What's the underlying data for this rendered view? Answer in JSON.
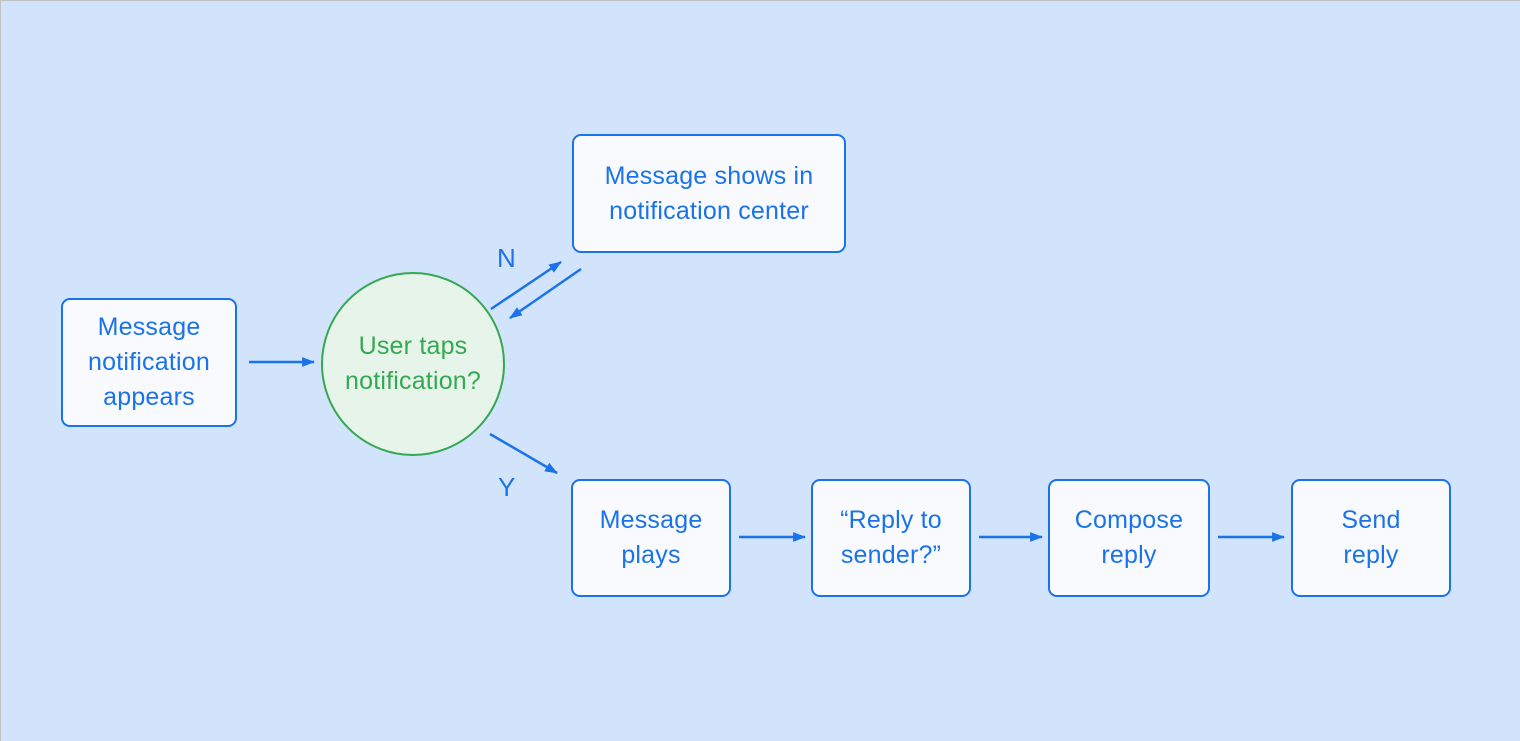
{
  "diagram": {
    "type": "flowchart",
    "colors": {
      "background": "#d2e3fc",
      "blue": "#1a73e8",
      "node_fill": "#f8fafd",
      "green": "#34a853",
      "green_fill": "#e6f4ea",
      "edge_color": "#1a73e8"
    },
    "nodes": {
      "start": {
        "shape": "rounded-box",
        "lines": [
          "Message",
          "notification",
          "appears"
        ]
      },
      "decision": {
        "shape": "circle",
        "lines": [
          "User taps",
          "notification?"
        ]
      },
      "notification_center": {
        "shape": "rounded-box",
        "lines": [
          "Message shows in",
          "notification center"
        ]
      },
      "message_plays": {
        "shape": "rounded-box",
        "lines": [
          "Message",
          "plays"
        ]
      },
      "reply_to_sender": {
        "shape": "rounded-box",
        "lines": [
          "“Reply to",
          "sender?”"
        ]
      },
      "compose_reply": {
        "shape": "rounded-box",
        "lines": [
          "Compose",
          "reply"
        ]
      },
      "send_reply": {
        "shape": "rounded-box",
        "lines": [
          "Send",
          "reply"
        ]
      }
    },
    "edge_labels": {
      "no": "N",
      "yes": "Y"
    },
    "edges": [
      {
        "from": "start",
        "to": "decision"
      },
      {
        "from": "decision",
        "to": "notification_center",
        "label": "N",
        "style": "double-arrow"
      },
      {
        "from": "decision",
        "to": "message_plays",
        "label": "Y"
      },
      {
        "from": "message_plays",
        "to": "reply_to_sender"
      },
      {
        "from": "reply_to_sender",
        "to": "compose_reply"
      },
      {
        "from": "compose_reply",
        "to": "send_reply"
      }
    ]
  }
}
